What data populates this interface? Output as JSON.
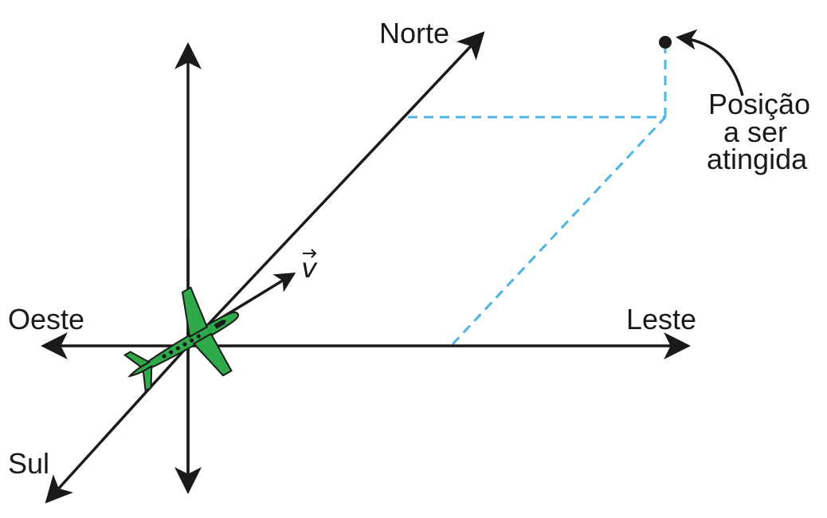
{
  "labels": {
    "north": "Norte",
    "south": "Sul",
    "east": "Leste",
    "west": "Oeste",
    "velocity": "v",
    "target_line1": "Posição",
    "target_line2": "a ser",
    "target_line3": "atingida"
  },
  "icons": {
    "airplane": "airplane-icon",
    "target": "target-point-icon"
  },
  "colors": {
    "axes": "#1a1a1a",
    "dashed_projection": "#4db3e0",
    "airplane_body": "#2eaa4a",
    "airplane_outline": "#1a1a1a"
  }
}
